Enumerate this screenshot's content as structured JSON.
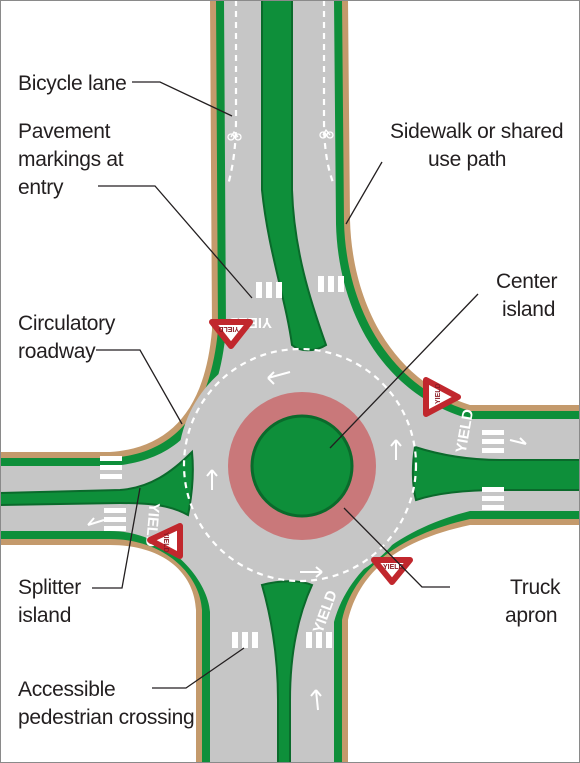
{
  "labels": {
    "bicycle_lane": "Bicycle lane",
    "pavement_markings_1": "Pavement",
    "pavement_markings_2": "markings at",
    "pavement_markings_3": "entry",
    "sidewalk_1": "Sidewalk or shared",
    "sidewalk_2": "use path",
    "center_island_1": "Center",
    "center_island_2": "island",
    "circulatory_1": "Circulatory",
    "circulatory_2": "roadway",
    "splitter_1": "Splitter",
    "splitter_2": "island",
    "truck_apron_1": "Truck",
    "truck_apron_2": "apron",
    "crossing_1": "Accessible",
    "crossing_2": "pedestrian crossing"
  },
  "signs": {
    "yield": "YIELD",
    "pavement_yield": "YIELD"
  },
  "colors": {
    "road": "#c6c6c6",
    "sidewalk": "#c49a6c",
    "green": "#0e8f3a",
    "dark_green": "#0a6a2b",
    "truck_apron": "#c9787a",
    "sign_red": "#c1272d",
    "text": "#231f20"
  }
}
